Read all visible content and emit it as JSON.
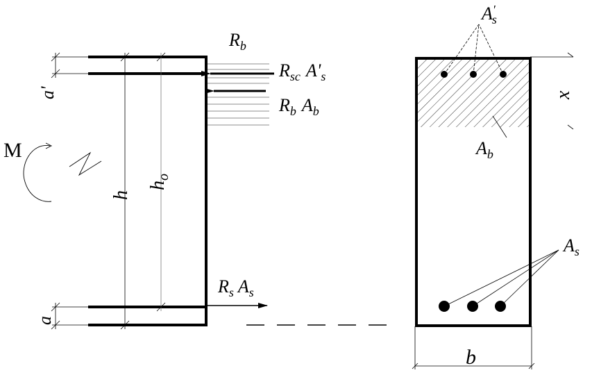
{
  "labels": {
    "rb_top": "R",
    "rb_top_sub": "b",
    "rsc": "R",
    "rsc_sub": "sc",
    "as_comp": "A'",
    "as_comp_sub": "s",
    "rbab_r": "R",
    "rbab_r_sub": "b",
    "rbab_a": "A",
    "rbab_a_sub": "b",
    "rsas_r": "R",
    "rsas_r_sub": "s",
    "rsas_a": "A",
    "rsas_a_sub": "s",
    "moment": "M",
    "h": "h",
    "h0": "h",
    "h0_sub": "o",
    "a_top": "a'",
    "a_bottom": "a",
    "x": "x",
    "b": "b",
    "as_prime_right": "A",
    "as_prime_right_sup": "′",
    "as_prime_right_sub": "s",
    "ab_right": "A",
    "ab_right_sub": "b",
    "as_right": "A",
    "as_right_sub": "s"
  },
  "colors": {
    "line": "#000000",
    "thin": "#555555"
  }
}
